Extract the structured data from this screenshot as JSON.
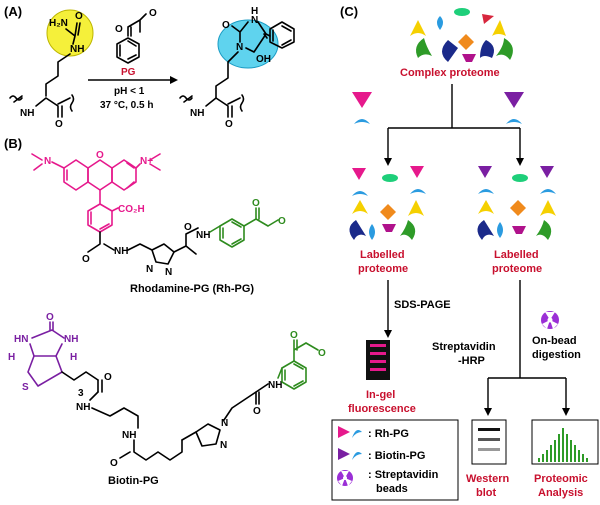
{
  "panels": {
    "a": "(A)",
    "b": "(B)",
    "c": "(C)"
  },
  "panel_a": {
    "reagent_label": "PG",
    "cond1": "pH < 1",
    "cond2": "37 °C, 0.5 h",
    "atoms": {
      "h2n": "H₂N",
      "o": "O",
      "nh": "NH",
      "n": "N",
      "h": "H",
      "oh": "OH"
    }
  },
  "panel_b": {
    "rh_label": "Rhodamine-PG (Rh-PG)",
    "biotin_label": "Biotin-PG",
    "atoms": {
      "n": "N",
      "nplus": "N+",
      "o": "O",
      "co2h": "CO₂H",
      "h": "H",
      "hn": "HN",
      "s": "S",
      "nh": "NH",
      "three": "3"
    }
  },
  "panel_c": {
    "complex": "Complex proteome",
    "labelled_left_1": "Labelled",
    "labelled_left_2": "proteome",
    "labelled_right_1": "Labelled",
    "labelled_right_2": "proteome",
    "sds": "SDS-PAGE",
    "strep_1": "Streptavidin",
    "strep_2": "-HRP",
    "onbead_1": "On-bead",
    "onbead_2": "digestion",
    "ingel_1": "In-gel",
    "ingel_2": "fluorescence",
    "western_1": "Western",
    "western_2": "blot",
    "proteomic_1": "Proteomic",
    "proteomic_2": "Analysis",
    "legend": {
      "rh": ": Rh-PG",
      "biotin": ": Biotin-PG",
      "strep_1": ": Streptavidin",
      "strep_2": "beads"
    }
  },
  "colors": {
    "red_label": "#c8102e",
    "magenta": "#e6198c",
    "purple": "#7a1fa2",
    "green": "#2e8b1e",
    "yellow_highlight": "#f5f03a",
    "cyan_highlight": "#5fd3ee"
  }
}
